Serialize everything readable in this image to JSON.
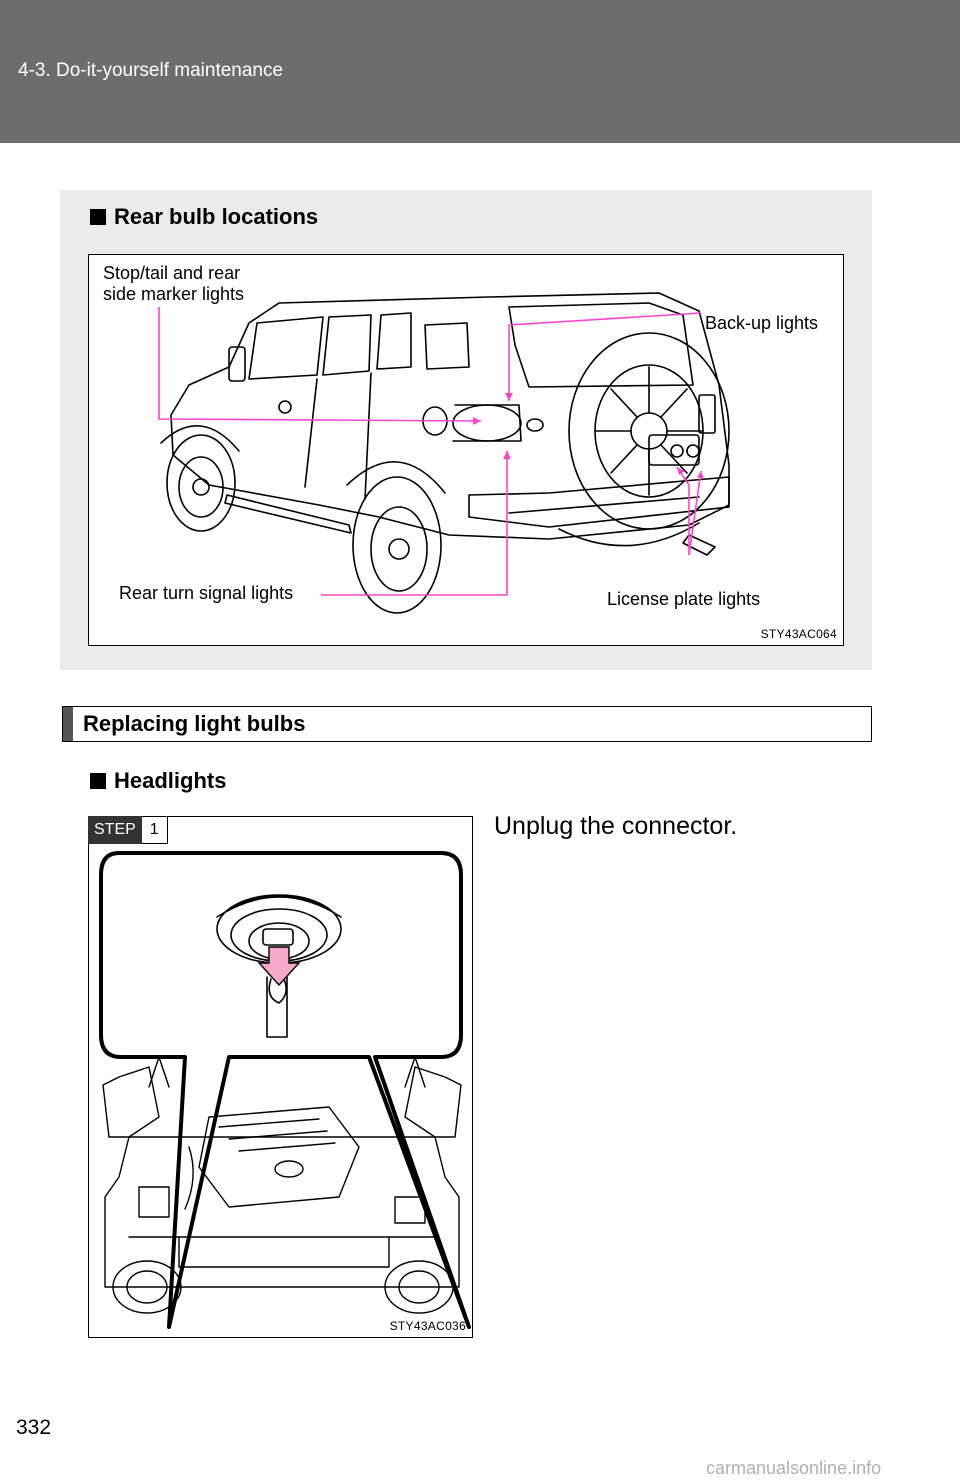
{
  "header": {
    "section": "4-3. Do-it-yourself maintenance"
  },
  "rear_panel": {
    "title": "Rear bulb locations",
    "callouts": {
      "stop_tail": "Stop/tail and rear\nside marker lights",
      "backup": "Back-up lights",
      "rear_turn": "Rear turn signal lights",
      "license": "License plate lights"
    },
    "figure_code": "STY43AC064"
  },
  "section": {
    "title": "Replacing light bulbs"
  },
  "headlights": {
    "title": "Headlights",
    "step_label": "STEP",
    "step_number": "1",
    "instruction": "Unplug the connector.",
    "figure_code": "STY43AC036"
  },
  "footer": {
    "page_number": "332",
    "watermark": "carmanualsonline.info"
  },
  "colors": {
    "header_bg": "#6d6d6d",
    "panel_bg": "#ebebeb",
    "callout_line": "#ff44cc",
    "arrow_fill": "#f6a8c8"
  }
}
